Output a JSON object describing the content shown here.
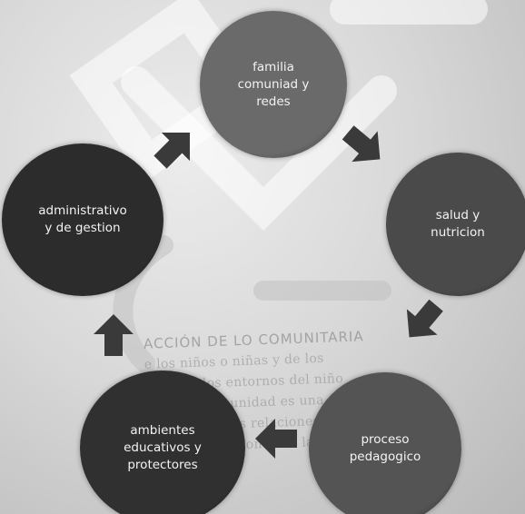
{
  "diagram": {
    "nodes": [
      {
        "id": "familia",
        "label": "familia\ncomuniad y\nredes",
        "color": "#6a6a6a"
      },
      {
        "id": "salud",
        "label": "salud y\nnutricion",
        "color": "#4a4a4a"
      },
      {
        "id": "proceso",
        "label": "proceso\npedagogico",
        "color": "#545454"
      },
      {
        "id": "ambientes",
        "label": "ambientes\neducativos y\nprotectores",
        "color": "#303030"
      },
      {
        "id": "administrativo",
        "label": "administrativo\ny de gestion",
        "color": "#2c2c2c"
      }
    ],
    "arrow_color": "#3a3a3a",
    "flow": "clockwise"
  },
  "background_text": {
    "lines": [
      "ACCIÓN DE LO COMUNITARIA",
      "e los niños o niñas y de los",
      "nedo de los entornos del niño",
      "hacia la comunidad es una",
      "a mantener las relaciones y",
      "de las instituciones de la"
    ]
  }
}
